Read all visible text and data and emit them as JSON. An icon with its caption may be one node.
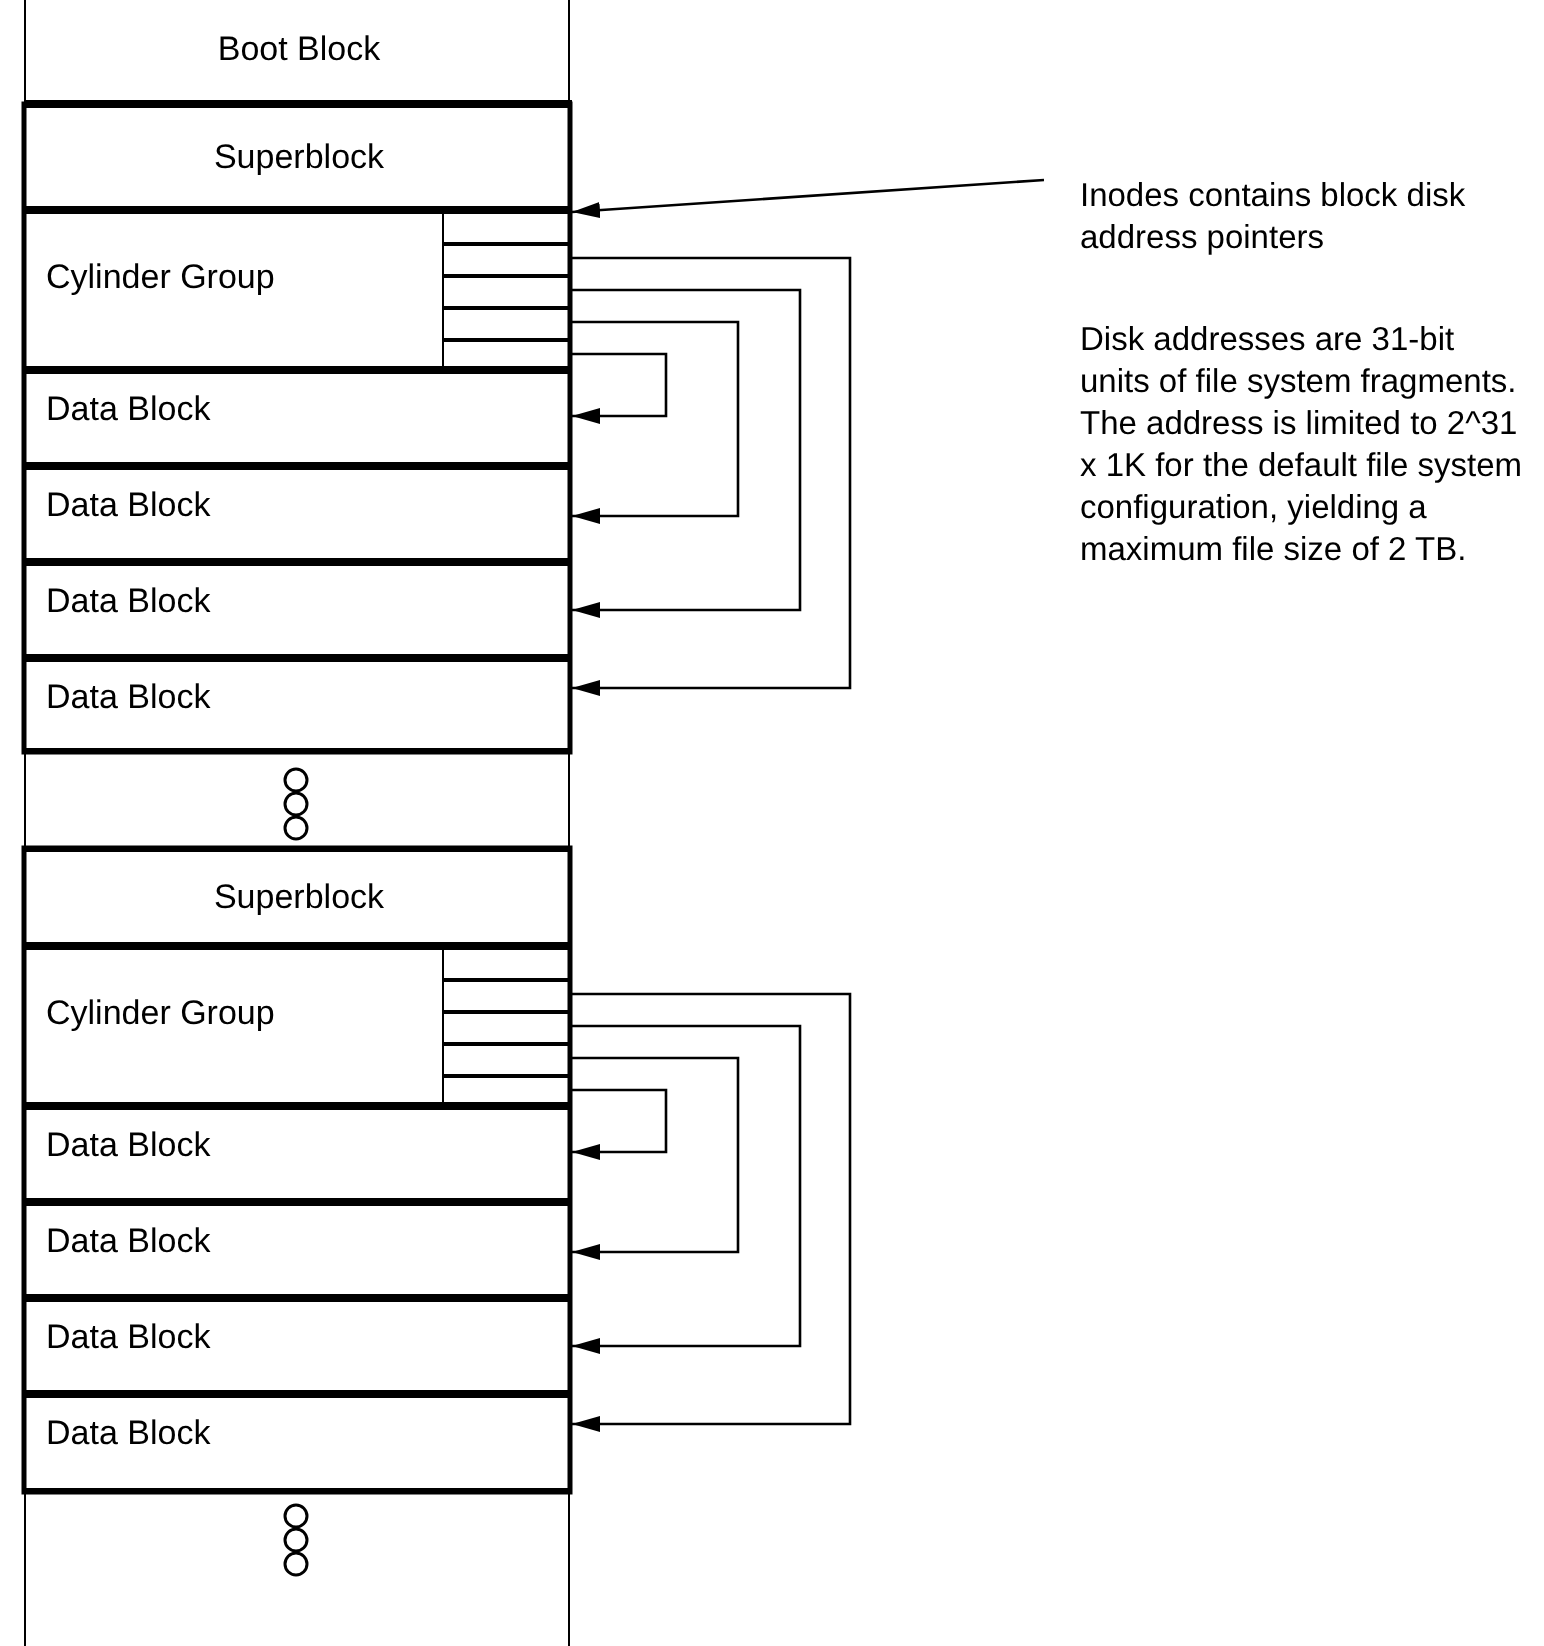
{
  "diagram": {
    "nodes": [
      {
        "text": [],
        "shape": "box"
      },
      {
        "text": [
          "Boot Block"
        ],
        "in": 0
      },
      {
        "text": [
          "Superblock"
        ],
        "in": 0
      },
      {
        "text": [
          "Cylinder Group"
        ],
        "in": 0
      },
      {
        "text": [],
        "shape": "box",
        "in": 3
      },
      {
        "text": [],
        "shape": "box",
        "in": 3
      },
      {
        "text": [],
        "shape": "box",
        "in": 3
      },
      {
        "text": [],
        "shape": "box",
        "in": 3
      },
      {
        "text": [],
        "shape": "box",
        "in": 3
      },
      {
        "text": [
          "Data Block"
        ],
        "in": 0
      },
      {
        "text": [
          "Data Block"
        ],
        "in": 0
      },
      {
        "text": [
          "Data Block"
        ],
        "in": 0
      },
      {
        "text": [
          "Data Block"
        ],
        "in": 0
      },
      {
        "text": [
          "Superblock"
        ],
        "in": 0
      },
      {
        "text": [
          "Cylinder Group"
        ],
        "in": 0
      },
      {
        "text": [],
        "shape": "box",
        "in": 14
      },
      {
        "text": [],
        "shape": "box",
        "in": 14
      },
      {
        "text": [],
        "shape": "box",
        "in": 14
      },
      {
        "text": [],
        "shape": "box",
        "in": 14
      },
      {
        "text": [],
        "shape": "box",
        "in": 14
      },
      {
        "text": [
          "Data Block"
        ],
        "in": 0
      },
      {
        "text": [
          "Data Block"
        ],
        "in": 0
      },
      {
        "text": [
          "Data Block"
        ],
        "in": 0
      },
      {
        "text": [
          "Data Block"
        ],
        "in": 0
      },
      {
        "text": [
          "Inodes contains block disk address pointers"
        ]
      }
    ],
    "edges": [
      {
        "from": 24,
        "to": 4,
        "arrow": "to"
      },
      {
        "from": 8,
        "to": 9,
        "arrow": "to"
      },
      {
        "from": 7,
        "to": 10,
        "arrow": "to"
      },
      {
        "from": 6,
        "to": 11,
        "arrow": "to"
      },
      {
        "from": 5,
        "to": 12,
        "arrow": "to"
      },
      {
        "from": 19,
        "to": 20,
        "arrow": "to"
      },
      {
        "from": 18,
        "to": 21,
        "arrow": "to"
      },
      {
        "from": 17,
        "to": 22,
        "arrow": "to"
      },
      {
        "from": 16,
        "to": 23,
        "arrow": "to"
      }
    ],
    "labels": [
      "Disk addresses are 31-bit units of file system fragments. The address is limited to 2^31 x 1K for the default file system configuration, yielding a maximum file size of 2 TB."
    ]
  }
}
